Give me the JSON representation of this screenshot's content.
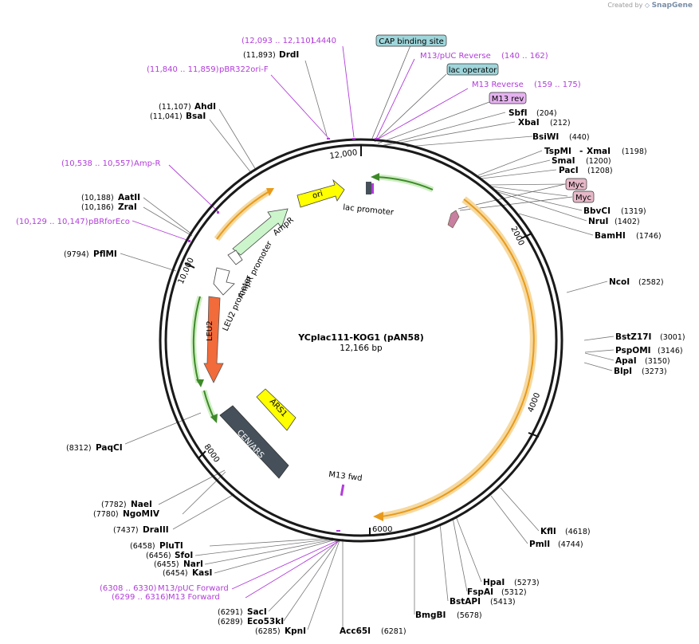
{
  "watermark": {
    "prefix": "Created by",
    "brand": "SnapGene"
  },
  "plasmid": {
    "name": "YCplac111-KOG1 (pAN58)",
    "length": "12,166 bp"
  },
  "ticks": [
    "12,000",
    "2000",
    "4000",
    "6000",
    "8000",
    "10,000"
  ],
  "features": [
    {
      "label": "ori",
      "color": "#ffff00"
    },
    {
      "label": "AmpR",
      "color": "#ccf5cc"
    },
    {
      "label": "AmpR promoter",
      "color": "#ffffff"
    },
    {
      "label": "LEU2 promoter",
      "color": "#ffffff"
    },
    {
      "label": "LEU2",
      "color": "#f26b3a"
    },
    {
      "label": "ARS1",
      "color": "#ffff00"
    },
    {
      "label": "CEN/ARS",
      "color": "#45505a"
    },
    {
      "label": "lac promoter",
      "color": "#45505a"
    },
    {
      "label": "M13 fwd",
      "color": "#b13cd9"
    }
  ],
  "boxed_labels": [
    {
      "text": "CAP binding site",
      "color": "#9fd6db"
    },
    {
      "text": "lac operator",
      "color": "#9fd6db"
    },
    {
      "text": "M13 rev",
      "color": "#e6b3f0"
    },
    {
      "text": "Myc",
      "color": "#e6b8c8"
    },
    {
      "text": "Myc",
      "color": "#e6b8c8"
    }
  ],
  "primers_right": [
    {
      "name": "M13/pUC Reverse",
      "range": "(140 .. 162)"
    },
    {
      "name": "M13 Reverse",
      "range": "(159 .. 175)"
    }
  ],
  "primers_left": [
    {
      "name": "L4440",
      "range": "(12,093 .. 12,110)"
    },
    {
      "name": "pBR322ori-F",
      "range": "(11,840 .. 11,859)"
    },
    {
      "name": "Amp-R",
      "range": "(10,538 .. 10,557)"
    },
    {
      "name": "pBRforEco",
      "range": "(10,129 .. 10,147)"
    },
    {
      "name": "M13/pUC Forward",
      "range": "(6308 .. 6330)"
    },
    {
      "name": "M13 Forward",
      "range": "(6299 .. 6316)"
    }
  ],
  "sites_right": [
    {
      "name": "SbfI",
      "pos": "(204)"
    },
    {
      "name": "XbaI",
      "pos": "(212)"
    },
    {
      "name": "BsiWI",
      "pos": "(440)"
    },
    {
      "name": "TspMI",
      "sep": "-",
      "name2": "XmaI",
      "pos": "(1198)"
    },
    {
      "name": "SmaI",
      "pos": "(1200)"
    },
    {
      "name": "PacI",
      "pos": "(1208)"
    },
    {
      "name": "BbvCI",
      "pos": "(1319)"
    },
    {
      "name": "NruI",
      "pos": "(1402)"
    },
    {
      "name": "BamHI",
      "pos": "(1746)"
    },
    {
      "name": "NcoI",
      "pos": "(2582)"
    },
    {
      "name": "BstZ17I",
      "pos": "(3001)"
    },
    {
      "name": "PspOMI",
      "pos": "(3146)"
    },
    {
      "name": "ApaI",
      "pos": "(3150)"
    },
    {
      "name": "BlpI",
      "pos": "(3273)"
    },
    {
      "name": "KflI",
      "pos": "(4618)"
    },
    {
      "name": "PmlI",
      "pos": "(4744)"
    },
    {
      "name": "HpaI",
      "pos": "(5273)"
    },
    {
      "name": "FspAI",
      "pos": "(5312)"
    },
    {
      "name": "BstAPI",
      "pos": "(5413)"
    },
    {
      "name": "BmgBI",
      "pos": "(5678)"
    },
    {
      "name": "Acc65I",
      "pos": "(6281)"
    }
  ],
  "sites_left": [
    {
      "name": "DrdI",
      "pos": "(11,893)"
    },
    {
      "name": "AhdI",
      "pos": "(11,107)"
    },
    {
      "name": "BsaI",
      "pos": "(11,041)"
    },
    {
      "name": "AatII",
      "pos": "(10,188)"
    },
    {
      "name": "ZraI",
      "pos": "(10,186)"
    },
    {
      "name": "PflMI",
      "pos": "(9794)"
    },
    {
      "name": "PaqCI",
      "pos": "(8312)"
    },
    {
      "name": "NaeI",
      "pos": "(7782)"
    },
    {
      "name": "NgoMIV",
      "pos": "(7780)"
    },
    {
      "name": "DraIII",
      "pos": "(7437)"
    },
    {
      "name": "PluTI",
      "pos": "(6458)"
    },
    {
      "name": "SfoI",
      "pos": "(6456)"
    },
    {
      "name": "NarI",
      "pos": "(6455)"
    },
    {
      "name": "KasI",
      "pos": "(6454)"
    },
    {
      "name": "SacI",
      "pos": "(6291)"
    },
    {
      "name": "Eco53kI",
      "pos": "(6289)"
    },
    {
      "name": "KpnI",
      "pos": "(6285)"
    }
  ]
}
